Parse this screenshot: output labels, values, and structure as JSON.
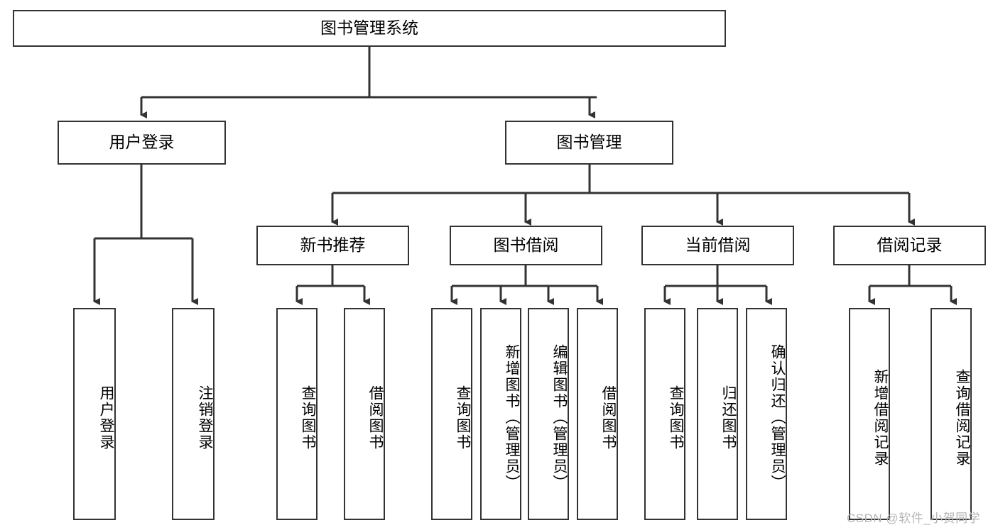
{
  "diagram": {
    "title": "图书管理系统",
    "type": "tree-hierarchy-diagram",
    "root": {
      "label": "图书管理系统"
    },
    "level2": [
      {
        "label": "用户登录"
      },
      {
        "label": "图书管理"
      }
    ],
    "level3": [
      {
        "label": "新书推荐"
      },
      {
        "label": "图书借阅"
      },
      {
        "label": "当前借阅"
      },
      {
        "label": "借阅记录"
      }
    ],
    "leaves": [
      {
        "label": "用户登录"
      },
      {
        "label": "注销登录"
      },
      {
        "label": "查询图书"
      },
      {
        "label": "借阅图书"
      },
      {
        "label": "查询图书"
      },
      {
        "label": "新增图书（管理员）"
      },
      {
        "label": "编辑图书（管理员）"
      },
      {
        "label": "借阅图书"
      },
      {
        "label": "查询图书"
      },
      {
        "label": "归还图书"
      },
      {
        "label": "确认归还（管理员）"
      },
      {
        "label": "新增借阅记录"
      },
      {
        "label": "查询借阅记录"
      }
    ]
  },
  "watermark": {
    "text": "CSDN @软件_小贺同学"
  },
  "colors": {
    "stroke": "#333333",
    "fill": "#ffffff",
    "text": "#000000",
    "watermark": "#b6b6b6"
  }
}
